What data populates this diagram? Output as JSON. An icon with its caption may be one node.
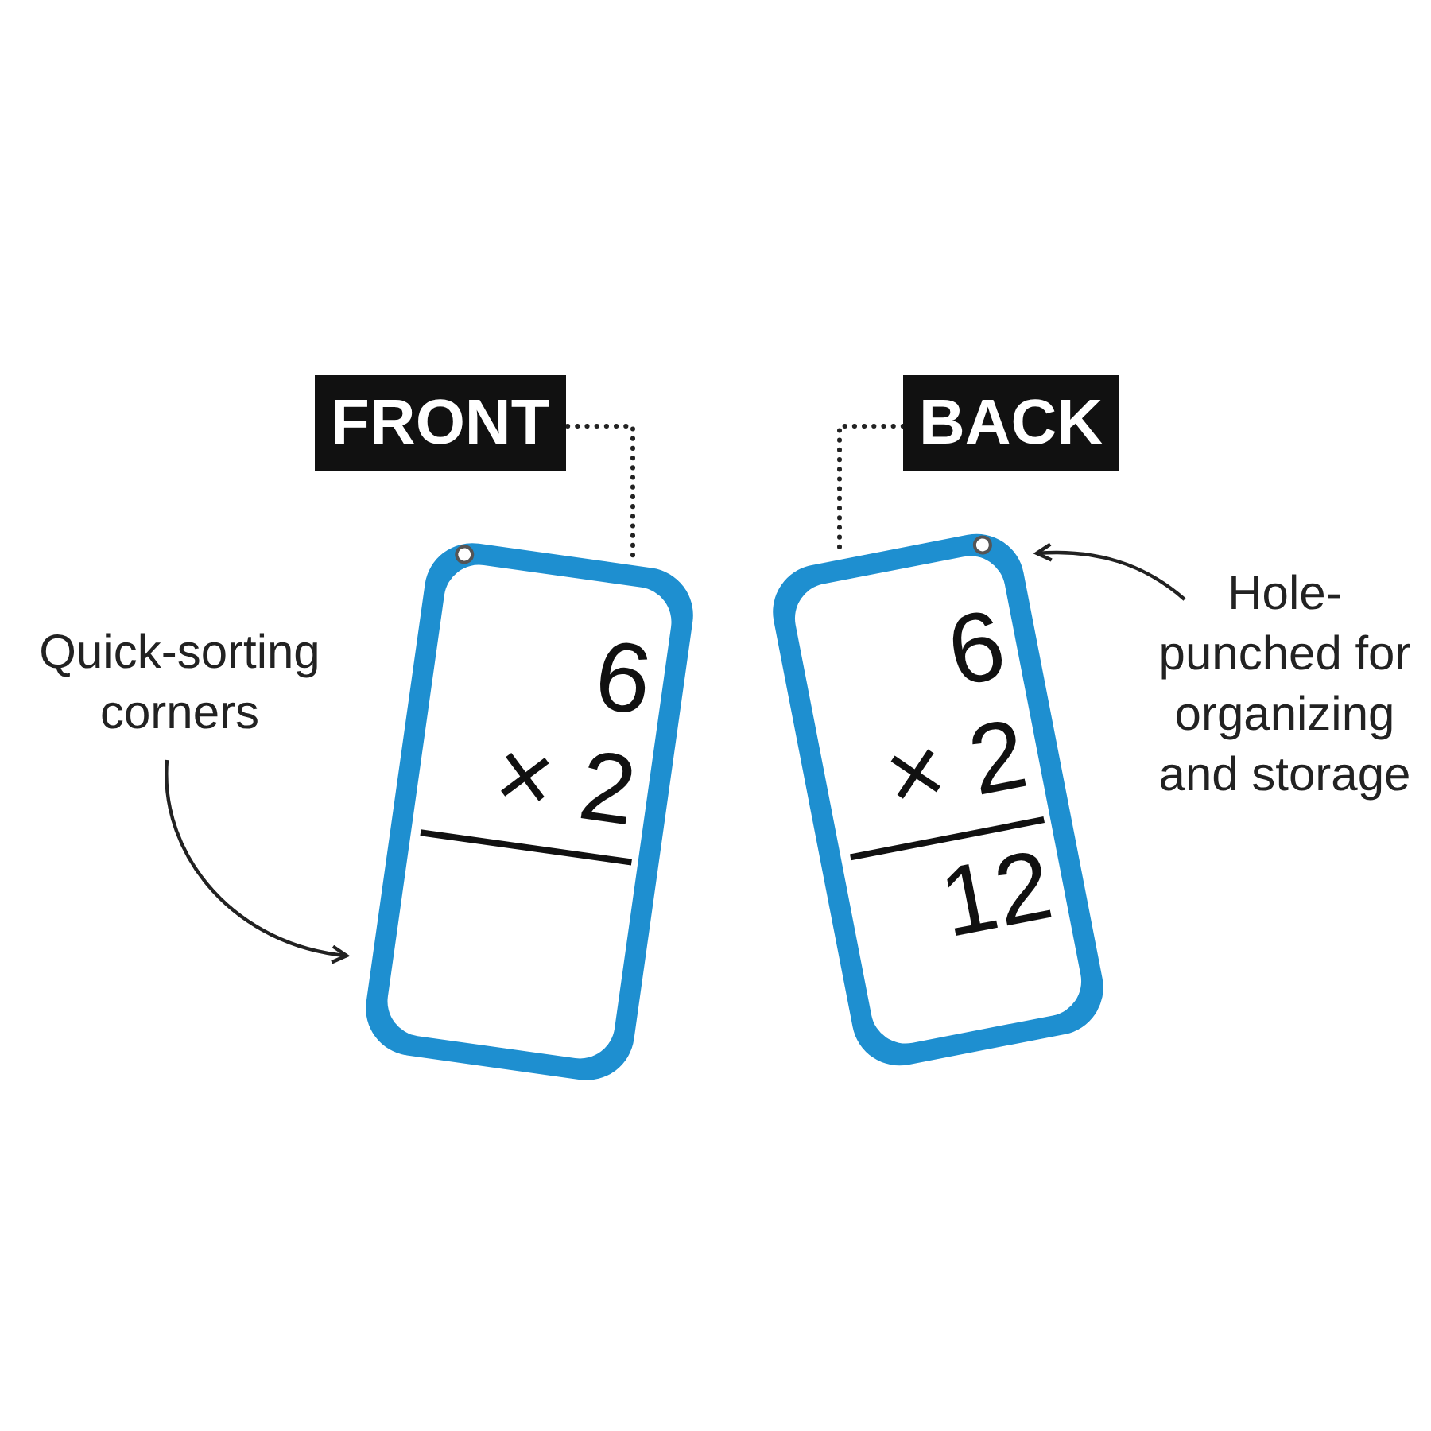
{
  "diagram": {
    "nodes": [
      {
        "text": [
          "FRONT"
        ]
      },
      {
        "text": [
          "6",
          "× 2"
        ]
      },
      {
        "text": [
          "BACK"
        ]
      },
      {
        "text": [
          "6",
          "× 2",
          "12"
        ]
      },
      {
        "text": [],
        "shape": "circle",
        "in": 3
      },
      {
        "text": [
          "Quick-sorting corners"
        ]
      },
      {
        "text": [
          "Hole-punched for organizing and storage"
        ]
      }
    ],
    "edges": [
      {
        "from": 0,
        "to": 1,
        "arrow": "none",
        "style": "dashed"
      },
      {
        "from": 2,
        "to": 3,
        "arrow": "none",
        "style": "dashed"
      },
      {
        "from": 5,
        "to": 1,
        "arrow": "to"
      },
      {
        "from": 6,
        "to": 4,
        "arrow": "to"
      }
    ]
  }
}
